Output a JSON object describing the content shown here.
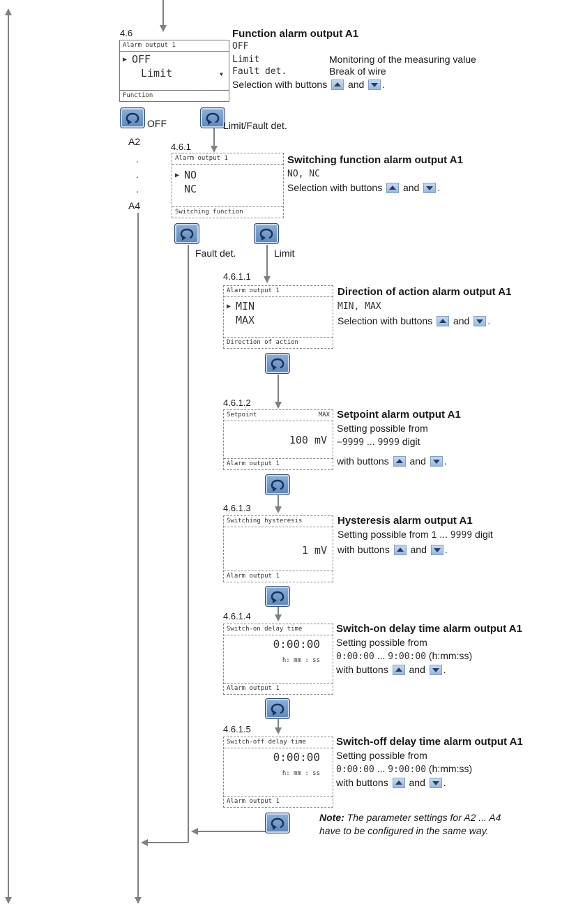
{
  "step_46": {
    "number": "4.6",
    "screen": {
      "header": "Alarm output 1",
      "opt1": "OFF",
      "opt2": "Limit",
      "footer": "Function"
    },
    "title": "Function alarm output A1",
    "opt_off": "OFF",
    "opt_limit": "Limit",
    "limit_desc": "Monitoring of the measuring value",
    "opt_fault": "Fault det.",
    "fault_desc": "Break of wire",
    "selection_prefix": "Selection with buttons",
    "and": "and",
    "period": "."
  },
  "labels": {
    "off": "OFF",
    "limit_fault": "Limit/Fault det.",
    "a2": "A2",
    "dot": ".",
    "a4": "A4",
    "fault_det": "Fault det.",
    "limit": "Limit"
  },
  "step_461": {
    "number": "4.6.1",
    "screen": {
      "header": "Alarm output 1",
      "opt1": "NO",
      "opt2": "NC",
      "footer": "Switching function"
    },
    "title": "Switching function alarm output A1",
    "values": "NO, NC",
    "selection_prefix": "Selection with buttons",
    "and": "and",
    "period": "."
  },
  "step_4611": {
    "number": "4.6.1.1",
    "screen": {
      "header": "Alarm output 1",
      "opt1": "MIN",
      "opt2": "MAX",
      "footer": "Direction of action"
    },
    "title": "Direction of action alarm output A1",
    "values": "MIN, MAX",
    "selection_prefix": "Selection with buttons",
    "and": "and",
    "period": "."
  },
  "step_4612": {
    "number": "4.6.1.2",
    "screen": {
      "header": "Setpoint",
      "header_right": "MAX",
      "value": "100 mV",
      "footer": "Alarm output 1"
    },
    "title": "Setpoint alarm output A1",
    "line1": "Setting possible from",
    "range": "−9999",
    "range_sep": " ... ",
    "range_end": "9999",
    "range_suffix": " digit",
    "with_prefix": "with buttons",
    "and": "and",
    "period": "."
  },
  "step_4613": {
    "number": "4.6.1.3",
    "screen": {
      "header": "Switching hysteresis",
      "value": "1 mV",
      "footer": "Alarm output 1"
    },
    "title": "Hysteresis alarm output A1",
    "line1_prefix": "Setting possible from 1 ... ",
    "line1_num": "9999",
    "line1_suffix": " digit",
    "with_prefix": "with buttons",
    "and": "and",
    "period": "."
  },
  "step_4614": {
    "number": "4.6.1.4",
    "screen": {
      "header": "Switch-on delay time",
      "value": "0:00:00",
      "units": "h: mm : ss",
      "footer": "Alarm output 1"
    },
    "title": "Switch-on delay time alarm output A1",
    "line1": "Setting possible from",
    "range_start": "0:00:00",
    "range_sep": " ... ",
    "range_end": "9:00:00",
    "range_suffix": " (h:mm:ss)",
    "with_prefix": "with buttons",
    "and": "and",
    "period": "."
  },
  "step_4615": {
    "number": "4.6.1.5",
    "screen": {
      "header": "Switch-off delay time",
      "value": "0:00:00",
      "units": "h: mm : ss",
      "footer": "Alarm output 1"
    },
    "title": "Switch-off delay time alarm output A1",
    "line1": "Setting possible from",
    "range_start": "0:00:00",
    "range_sep": " ... ",
    "range_end": "9:00:00",
    "range_suffix": " (h:mm:ss)",
    "with_prefix": "with buttons",
    "and": "and",
    "period": "."
  },
  "note": {
    "label": "Note:",
    "line1": " The parameter settings for A2 ... A4",
    "line2": "have to be configured in the same way."
  },
  "icons": {
    "enter": "enter-loop-icon",
    "up": "up-arrow-button-icon",
    "down": "down-arrow-button-icon",
    "pointer": "selection-pointer-icon"
  },
  "colors": {
    "button_fill": "#6f93c2",
    "button_border": "#33507a",
    "line": "#808080"
  }
}
